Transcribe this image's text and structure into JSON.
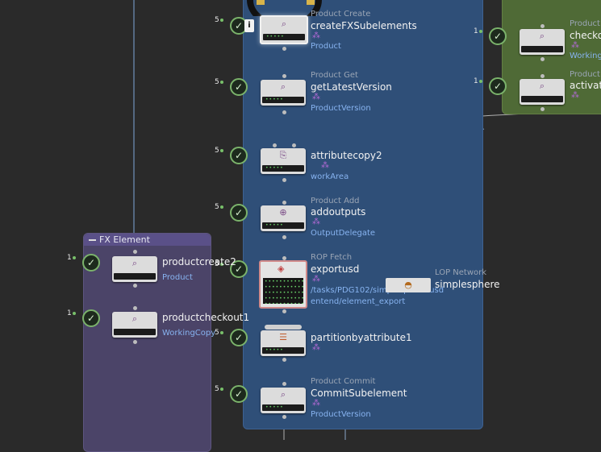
{
  "fx_box": {
    "title": "FX Element"
  },
  "main_nodes": [
    {
      "category": "Product Create",
      "name": "createFXSubelements",
      "sub": "Product",
      "count": "5",
      "icon": "magnifier-icon"
    },
    {
      "category": "Product Get",
      "name": "getLatestVersion",
      "sub": "ProductVersion",
      "count": "5",
      "icon": "magnifier-icon"
    },
    {
      "category": "",
      "name": "attributecopy2",
      "sub": "workArea",
      "count": "5",
      "icon": "copy-icon"
    },
    {
      "category": "Product Add",
      "name": "addoutputs",
      "sub": "OutputDelegate",
      "count": "5",
      "icon": "add-icon"
    },
    {
      "category": "ROP Fetch",
      "name": "exportusd",
      "sub": "/tasks/PDG102/simplesphere.usd",
      "sub2": "entend/element_export",
      "count": "5",
      "icon": "fetch-icon"
    },
    {
      "category": "",
      "name": "partitionbyattribute1",
      "sub": "",
      "count": "5",
      "icon": "partition-icon"
    },
    {
      "category": "Product Commit",
      "name": "CommitSubelement",
      "sub": "ProductVersion",
      "count": "5",
      "icon": "magnifier-icon"
    }
  ],
  "fx_nodes": [
    {
      "name": "productcreate2",
      "sub": "Product",
      "count": "1"
    },
    {
      "name": "productcheckout1",
      "sub": "WorkingCopy",
      "count": "1"
    }
  ],
  "green_nodes": [
    {
      "category": "Product",
      "name": "checko",
      "sub": "Working",
      "count": "1"
    },
    {
      "category": "Product",
      "name": "activate",
      "sub": "",
      "count": "1"
    }
  ],
  "lop": {
    "category": "LOP Network",
    "name": "simplesphere"
  },
  "info_label": "i",
  "check_glyph": "✓",
  "flag_glyph": "⁂",
  "dots": "•••••",
  "grid_dots": "••••••••••••• ••••••••••••• ••••••••••••• ••••••••••••• •••••••••••••"
}
